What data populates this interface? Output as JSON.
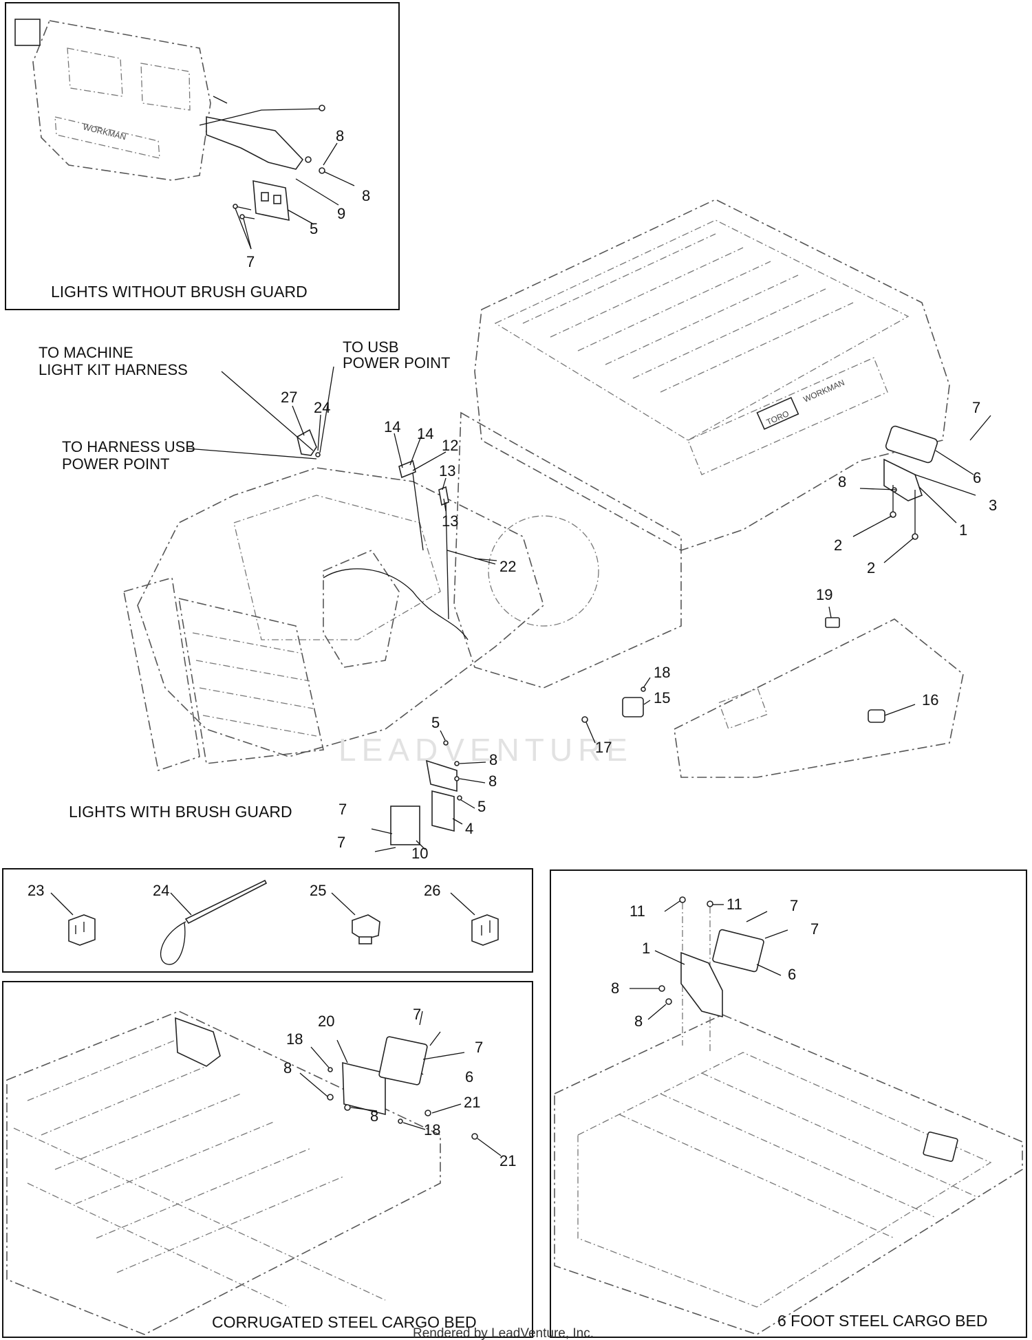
{
  "panels": {
    "lights_without_brush_guard": "LIGHTS WITHOUT BRUSH GUARD",
    "lights_with_brush_guard": "LIGHTS WITH BRUSH GUARD",
    "corrugated_steel_cargo_bed": "CORRUGATED STEEL CARGO BED",
    "six_foot_steel_cargo_bed": "6 FOOT STEEL CARGO BED"
  },
  "notes": {
    "to_machine_1": "TO MACHINE",
    "to_machine_2": "LIGHT KIT HARNESS",
    "to_usb_1": "TO USB",
    "to_usb_2": "POWER POINT",
    "to_harness_1": "TO HARNESS USB",
    "to_harness_2": "POWER POINT"
  },
  "badges": {
    "workman": "WORKMAN",
    "toro": "TORO"
  },
  "callouts": {
    "a1": "8",
    "a2": "8",
    "a3": "9",
    "a4": "5",
    "a5": "7",
    "b1": "27",
    "b2": "24",
    "b3": "14",
    "b4": "14",
    "b5": "12",
    "b6": "13",
    "b7": "13",
    "b8": "22",
    "b9": "7",
    "b10": "6",
    "b11": "3",
    "b12": "8",
    "b13": "1",
    "b14": "2",
    "b15": "2",
    "b16": "19",
    "b17": "18",
    "b18": "15",
    "b19": "16",
    "b20": "17",
    "b21": "5",
    "b22": "8",
    "b23": "8",
    "b24": "5",
    "b25": "4",
    "b26": "7",
    "b27": "7",
    "b28": "10",
    "c1": "23",
    "c2": "24",
    "c3": "25",
    "c4": "26",
    "d1": "7",
    "d2": "7",
    "d3": "20",
    "d4": "18",
    "d5": "8",
    "d6": "6",
    "d7": "8",
    "d8": "21",
    "d9": "18",
    "d10": "21",
    "e1": "11",
    "e2": "11",
    "e3": "7",
    "e4": "7",
    "e5": "1",
    "e6": "6",
    "e7": "8",
    "e8": "8"
  },
  "watermark": "LEADVENTURE",
  "footer": "Rendered by LeadVenture, Inc."
}
